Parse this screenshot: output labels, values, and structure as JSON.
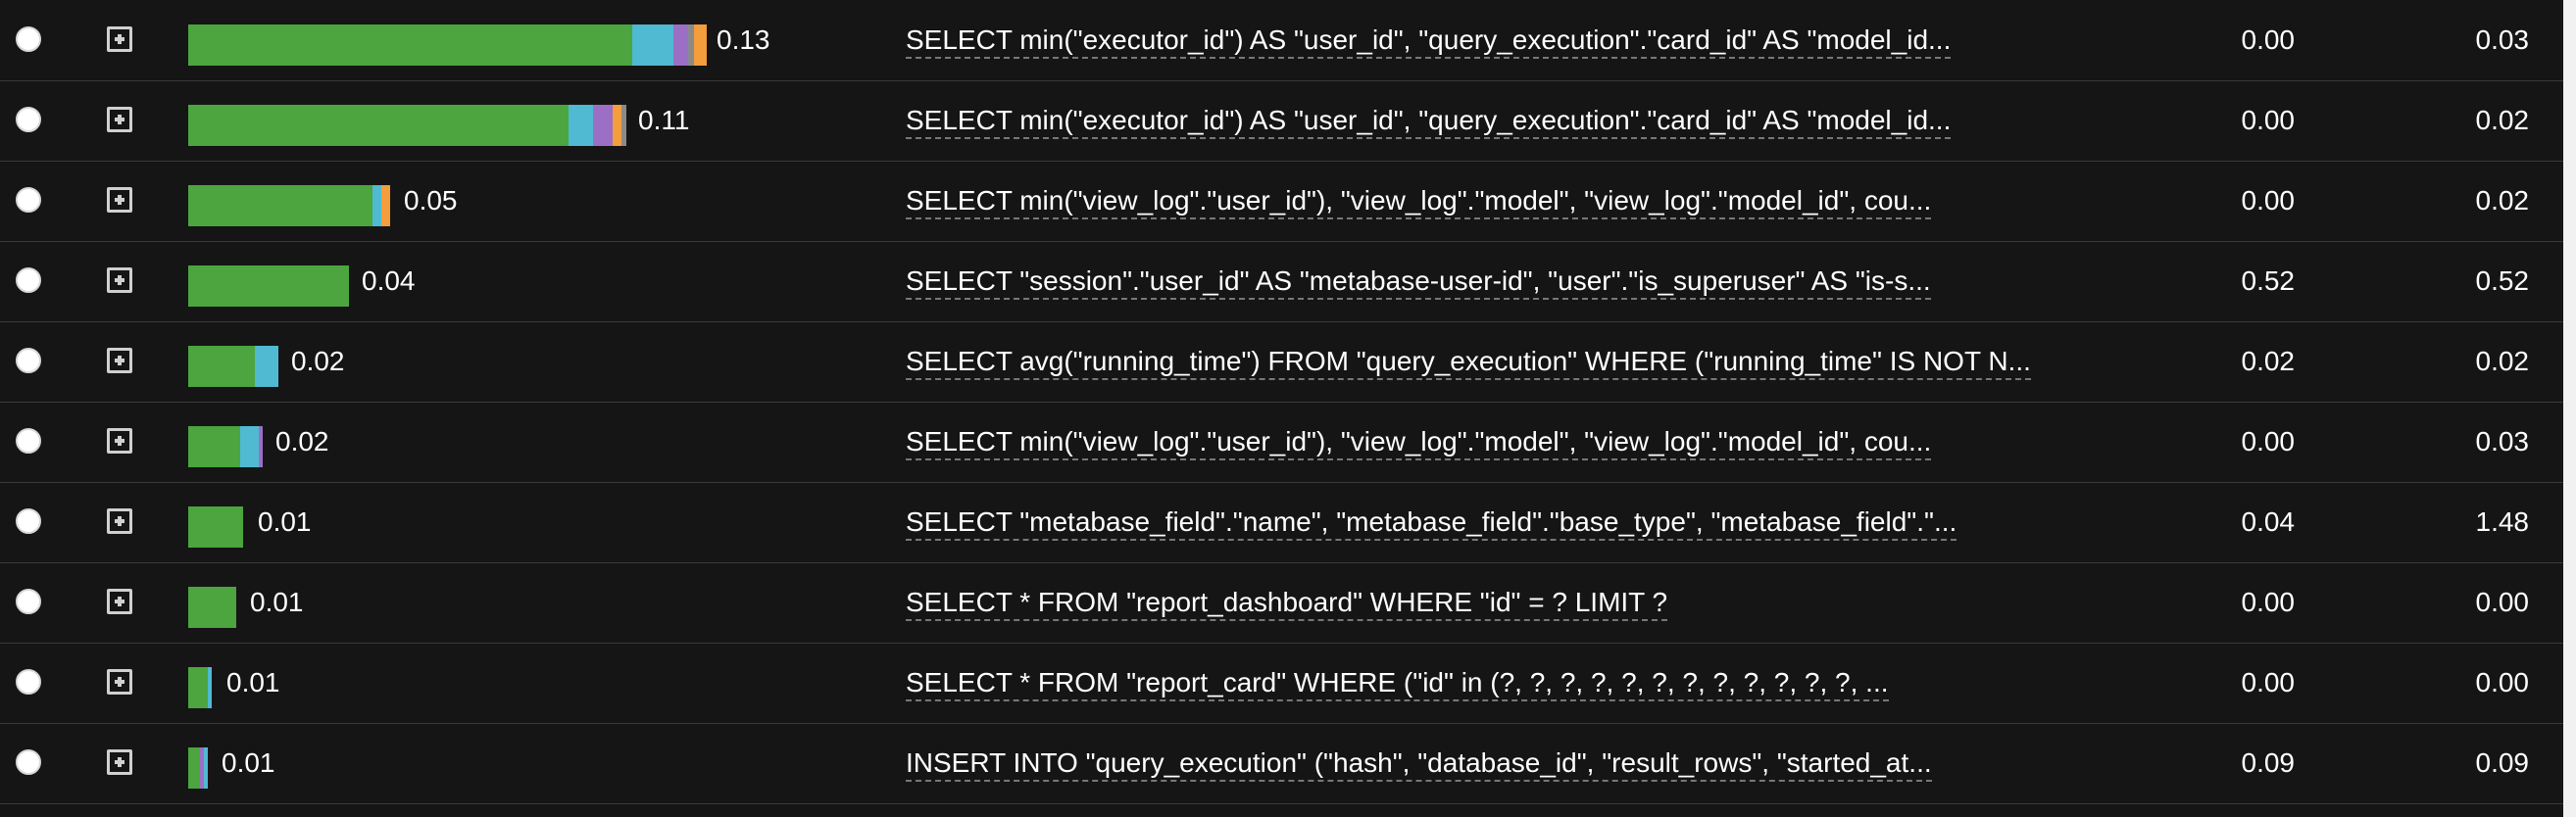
{
  "colors": {
    "background": "#151515",
    "segment_green": "#4ca53e",
    "segment_cyan": "#4fbad2",
    "segment_purple": "#9b6fc6",
    "segment_orange": "#f39d3c",
    "segment_gray": "#8a8a8a"
  },
  "icons": {
    "row_select": "radio-icon",
    "row_expand": "plus-square-icon"
  },
  "rows": [
    {
      "bar_label": "0.13",
      "query": "SELECT min(\"executor_id\") AS \"user_id\", \"query_execution\".\"card_id\" AS \"model_id...",
      "col1": "0.00",
      "col2": "0.03"
    },
    {
      "bar_label": "0.11",
      "query": "SELECT min(\"executor_id\") AS \"user_id\", \"query_execution\".\"card_id\" AS \"model_id...",
      "col1": "0.00",
      "col2": "0.02"
    },
    {
      "bar_label": "0.05",
      "query": "SELECT min(\"view_log\".\"user_id\"), \"view_log\".\"model\", \"view_log\".\"model_id\", cou...",
      "col1": "0.00",
      "col2": "0.02"
    },
    {
      "bar_label": "0.04",
      "query": "SELECT \"session\".\"user_id\" AS \"metabase-user-id\", \"user\".\"is_superuser\" AS \"is-s...",
      "col1": "0.52",
      "col2": "0.52"
    },
    {
      "bar_label": "0.02",
      "query": "SELECT avg(\"running_time\") FROM \"query_execution\" WHERE (\"running_time\" IS NOT N...",
      "col1": "0.02",
      "col2": "0.02"
    },
    {
      "bar_label": "0.02",
      "query": "SELECT min(\"view_log\".\"user_id\"), \"view_log\".\"model\", \"view_log\".\"model_id\", cou...",
      "col1": "0.00",
      "col2": "0.03"
    },
    {
      "bar_label": "0.01",
      "query": "SELECT \"metabase_field\".\"name\", \"metabase_field\".\"base_type\", \"metabase_field\".\"...",
      "col1": "0.04",
      "col2": "1.48"
    },
    {
      "bar_label": "0.01",
      "query": "SELECT * FROM \"report_dashboard\" WHERE \"id\" = ? LIMIT ?",
      "col1": "0.00",
      "col2": "0.00"
    },
    {
      "bar_label": "0.01",
      "query": "SELECT * FROM \"report_card\" WHERE (\"id\" in (?, ?, ?, ?, ?, ?, ?, ?, ?, ?, ?, ?, ...",
      "col1": "0.00",
      "col2": "0.00"
    },
    {
      "bar_label": "0.01",
      "query": "INSERT INTO \"query_execution\" (\"hash\", \"database_id\", \"result_rows\", \"started_at...",
      "col1": "0.09",
      "col2": "0.09"
    }
  ]
}
